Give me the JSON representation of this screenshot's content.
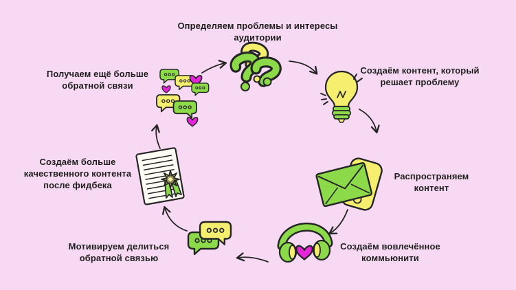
{
  "diagram": {
    "type": "cycle",
    "background": "#f8d9f3",
    "colors": {
      "bg": "#f8d9f3",
      "green": "#8cda4a",
      "yellow": "#f6ee6e",
      "magenta": "#e425d8",
      "ink": "#252525",
      "paper": "#fffef6",
      "text": "#1f1f1f"
    },
    "steps": [
      {
        "id": "identify",
        "label": "Определяем проблемы и интересы\nаудитории",
        "icon": "question-marks-icon"
      },
      {
        "id": "create",
        "label": "Создаём контент, который\nрешает проблему",
        "icon": "lightbulb-icon"
      },
      {
        "id": "distribute",
        "label": "Распространяем\nконтент",
        "icon": "mail-and-phone-icon"
      },
      {
        "id": "community",
        "label": "Создаём вовлечённое\nкоммьюнити",
        "icon": "headphones-heart-icon"
      },
      {
        "id": "motivate",
        "label": "Мотивируем делиться\nобратной связью",
        "icon": "chat-bubbles-icon"
      },
      {
        "id": "improve",
        "label": "Создаём больше\nкачественного контента\nпосле фидбека",
        "icon": "document-award-icon"
      },
      {
        "id": "more-feedback",
        "label": "Получаем ещё больше\nобратной связи",
        "icon": "feedback-bubbles-hearts-icon"
      }
    ],
    "arrows": [
      {
        "from": "identify",
        "to": "create"
      },
      {
        "from": "create",
        "to": "distribute"
      },
      {
        "from": "distribute",
        "to": "community"
      },
      {
        "from": "community",
        "to": "motivate"
      },
      {
        "from": "motivate",
        "to": "improve"
      },
      {
        "from": "improve",
        "to": "more-feedback"
      },
      {
        "from": "more-feedback",
        "to": "identify"
      }
    ]
  }
}
